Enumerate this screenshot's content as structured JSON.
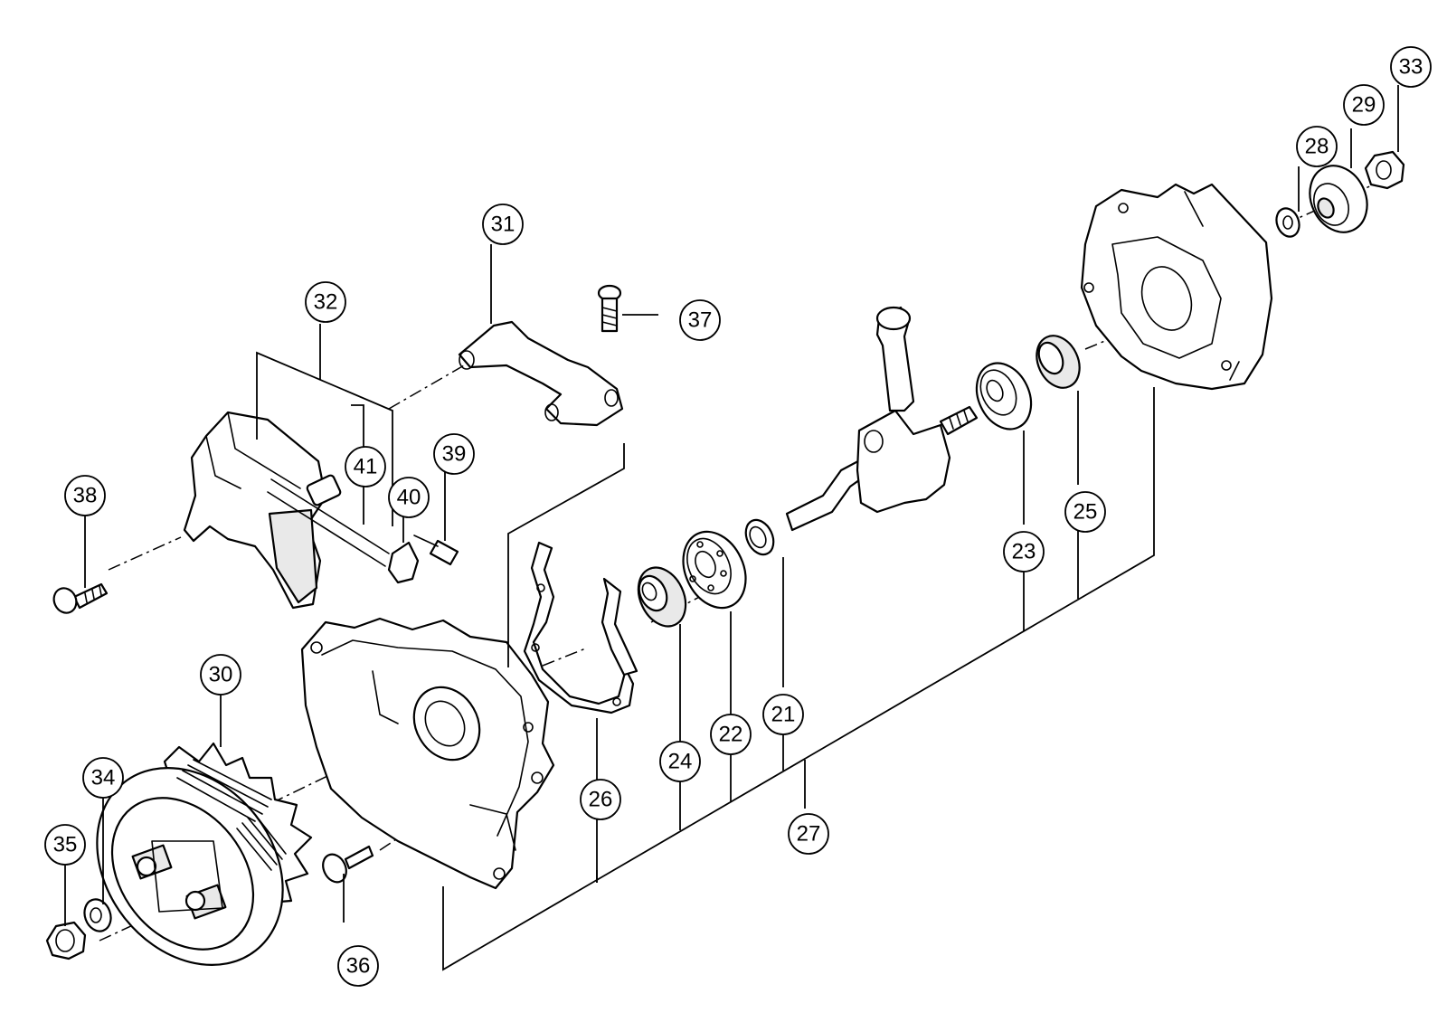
{
  "callouts": {
    "c21": "21",
    "c22": "22",
    "c23": "23",
    "c24": "24",
    "c25": "25",
    "c26": "26",
    "c27": "27",
    "c28": "28",
    "c29": "29",
    "c30": "30",
    "c31": "31",
    "c32": "32",
    "c33": "33",
    "c34": "34",
    "c35": "35",
    "c36": "36",
    "c37": "37",
    "c38": "38",
    "c39": "39",
    "c40": "40",
    "c41": "41"
  }
}
